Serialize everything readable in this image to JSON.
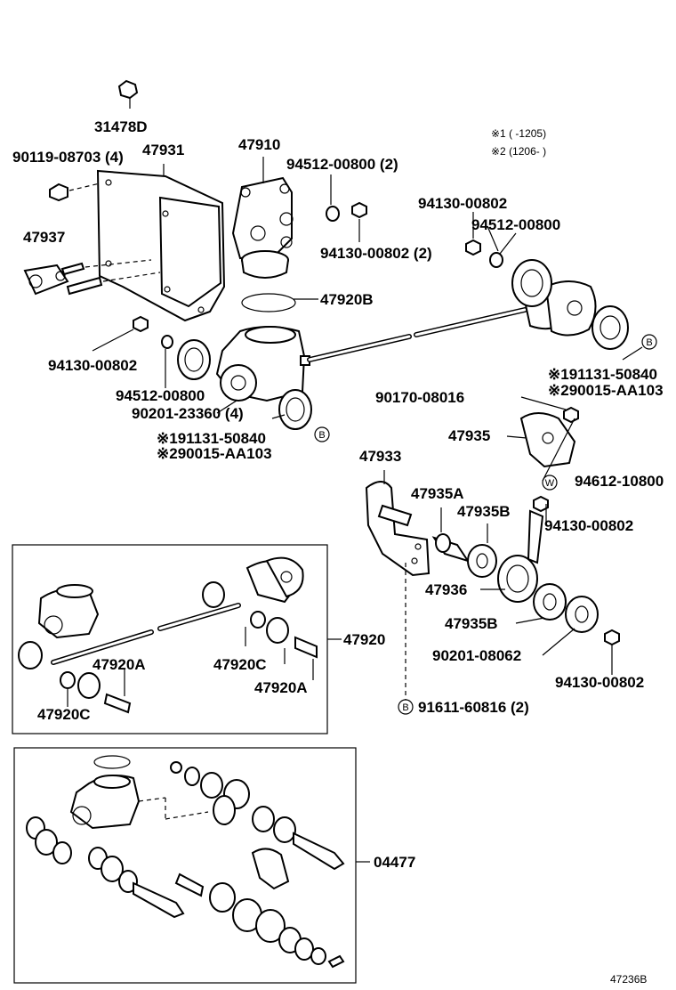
{
  "notes": [
    "※1 (    -1205)",
    "※2 (1206-    )"
  ],
  "parts": {
    "p31478D": "31478D",
    "p90119": "90119-08703 (4)",
    "p47931": "47931",
    "p47910": "47910",
    "p94512_2": "94512-00800 (2)",
    "p94130_top": "94130-00802",
    "p94512_right": "94512-00800",
    "p47937": "47937",
    "p94130_2": "94130-00802 (2)",
    "p47920B": "47920B",
    "p94130_left": "94130-00802",
    "p94512_left": "94512-00800",
    "p90201_23360": "90201-23360 (4)",
    "p191131_left": "※191131-50840",
    "p290015_left": "※290015-AA103",
    "p191131_right": "※191131-50840",
    "p290015_right": "※290015-AA103",
    "p90170": "90170-08016",
    "p47935": "47935",
    "p47933": "47933",
    "p94612": "94612-10800",
    "p47935A": "47935A",
    "p47935B_top": "47935B",
    "p94130_mid": "94130-00802",
    "p47936": "47936",
    "p47935B_bot": "47935B",
    "p90201_08062": "90201-08062",
    "p94130_bot": "94130-00802",
    "p91611": "91611-60816 (2)",
    "p47920": "47920",
    "p47920A_1": "47920A",
    "p47920C_1": "47920C",
    "p47920C_2": "47920C",
    "p47920A_2": "47920A",
    "p04477": "04477",
    "ref": "47236B"
  },
  "markers": {
    "B": "B",
    "W": "W"
  }
}
